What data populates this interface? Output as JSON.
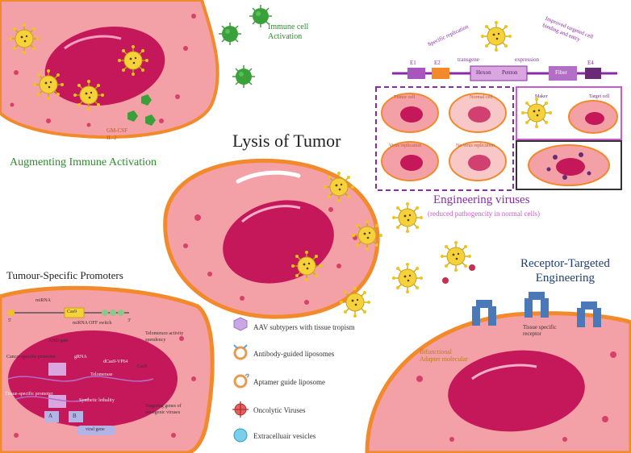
{
  "panel_immune": {
    "title": "Augmenting Immune Activation",
    "cytokines": "GM-CSF\nIL-2",
    "activation_label": "Immune cell\nActivation"
  },
  "center": {
    "title": "Lysis of Tumor"
  },
  "panel_engineering": {
    "title": "Engineering viruses",
    "subtitle": "(reduced pathogencity in normal cells)",
    "annotations": {
      "specific_replication": "Specific replication",
      "transgene": "transgene",
      "expression": "expression",
      "improved_targeting": "Improved targeted cell\nbinding and entry"
    },
    "genome": {
      "e1": "E1",
      "e2": "E2",
      "e4": "E4",
      "hexon": "Hexon",
      "penton": "Penton",
      "fiber": "Fiber"
    },
    "cells": {
      "tumor_cell": "Tumor cell",
      "normal_cell": "Normal cell",
      "virus_replication": "Virus replication",
      "no_virus_replication": "No virus replication",
      "marker": "Maker",
      "target_cell": "Target cell"
    }
  },
  "panel_promoters": {
    "title": "Tumour-Specific Promoters",
    "mirna": "miRNA",
    "cas9": "Cas9",
    "five_prime": "5'",
    "three_prime": "3'",
    "mirna_off": "miRNA OFF switch",
    "and_gate": "AND gate",
    "telomerase_activity": "Telomerace activity\nspendency",
    "cancer_specific": "Cancer-specific promoter",
    "grna": "gRNA",
    "dcas9_vp64": "dCas9-VP64",
    "telomerase": "Telomerase",
    "cas9_small": "Cas9",
    "tissue_specific": "Tissue-specific promoter",
    "synthetic_lethality": "Synthetic lethality",
    "gene_a": "A",
    "gene_b": "B",
    "viral_gene": "viral gene",
    "targeting_genes": "Targeting genes of\noncogenic viruses"
  },
  "legend": {
    "items": [
      {
        "label": "AAV subtypers with tissue tropism",
        "icon": "aav-icon",
        "color": "#b38bd6"
      },
      {
        "label": "Antibody-guided liposomes",
        "icon": "antibody-liposome-icon",
        "color": "#e89b4f"
      },
      {
        "label": "Aptamer guide liposome",
        "icon": "aptamer-liposome-icon",
        "color": "#e89b4f"
      },
      {
        "label": "Oncolytic Viruses",
        "icon": "oncolytic-virus-icon",
        "color": "#d9534f"
      },
      {
        "label": "Extracelluair vesicles",
        "icon": "extracellular-vesicle-icon",
        "color": "#5bc0de"
      }
    ]
  },
  "panel_receptor": {
    "title": "Receptor-Targeted\nEngineering",
    "tissue_receptor": "Tissue specific\nreceptor",
    "adapter": "Bifunctional\nAdapter molecular"
  }
}
